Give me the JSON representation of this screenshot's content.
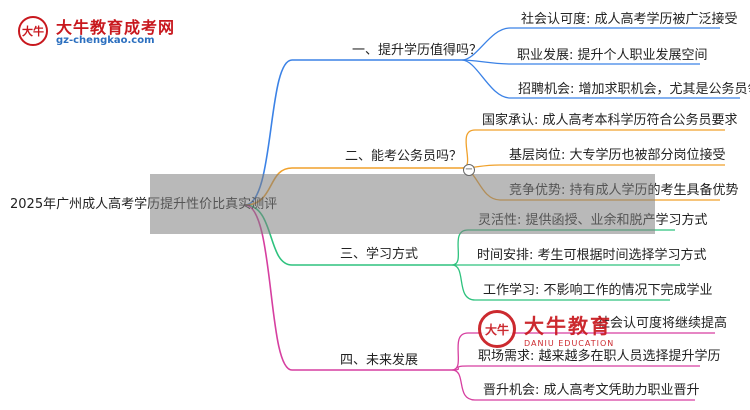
{
  "logo": {
    "name": "大牛教育成考网",
    "url": "gz-chengkao.com",
    "mark": "大牛"
  },
  "watermark": {
    "name": "大牛教育",
    "sub": "DANIU EDUCATION",
    "mark": "大牛"
  },
  "colors": {
    "branch1": "#3b82e6",
    "branch2": "#f0a12b",
    "branch3": "#2ec27e",
    "branch4": "#d63fa0"
  },
  "mindmap": {
    "root": "2025年广州成人高考学历提升性价比真实测评",
    "branches": [
      {
        "label": "一、提升学历值得吗？",
        "children": [
          "社会认可度: 成人高考学历被广泛接受",
          "职业发展: 提升个人职业发展空间",
          "招聘机会: 增加求职机会，尤其是公务员领域"
        ]
      },
      {
        "label": "二、能考公务员吗？",
        "children": [
          "国家承认: 成人高考本科学历符合公务员要求",
          "基层岗位: 大专学历也被部分岗位接受",
          "竞争优势: 持有成人学历的考生具备优势"
        ]
      },
      {
        "label": "三、学习方式",
        "children": [
          "灵活性: 提供函授、业余和脱产学习方式",
          "时间安排: 考生可根据时间选择学习方式",
          "工作学习: 不影响工作的情况下完成学业"
        ]
      },
      {
        "label": "四、未来发展",
        "children": [
          "社会认可度将继续提高",
          "职场需求: 越来越多在职人员选择提升学历",
          "晋升机会: 成人高考文凭助力职业晋升"
        ]
      }
    ]
  }
}
